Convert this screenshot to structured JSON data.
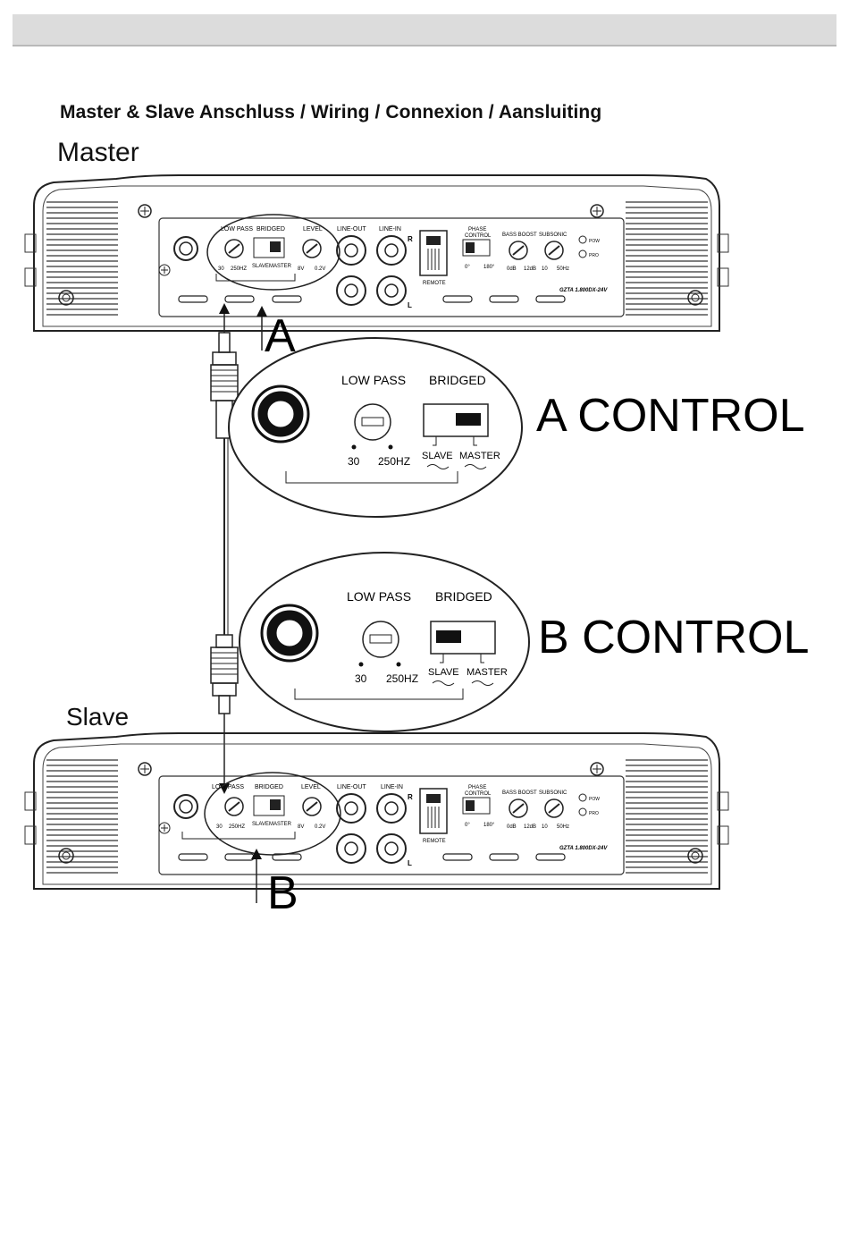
{
  "page": {
    "title": "Master & Slave Anschluss / Wiring / Connexion / Aansluiting",
    "master_label": "Master",
    "slave_label": "Slave"
  },
  "amp": {
    "low_pass": "LOW PASS",
    "bridged": "BRIDGED",
    "level": "LEVEL",
    "level_min": "8V",
    "level_max": "0.2V",
    "line_out": "LINE-OUT",
    "line_in": "LINE-IN",
    "ch_r": "R",
    "ch_l": "L",
    "remote": "REMOTE",
    "phase_line1": "PHASE",
    "phase_line2": "CONTROL",
    "phase_min": "0°",
    "phase_max": "180°",
    "bass_boost": "BASS BOOST",
    "bass_min": "0dB",
    "bass_max": "12dB",
    "subsonic": "SUBSONIC",
    "sub_min": "10",
    "sub_max": "50Hz",
    "pow": "POW",
    "pro": "PRO",
    "model": "GZTA 1.800DX-24V",
    "lp_min": "30",
    "lp_max": "250HZ",
    "slave": "SLAVE",
    "master": "MASTER"
  },
  "zoom": {
    "label_a": "A",
    "label_b": "B",
    "control_a": "A  CONTROL",
    "control_b": "B  CONTROL"
  }
}
